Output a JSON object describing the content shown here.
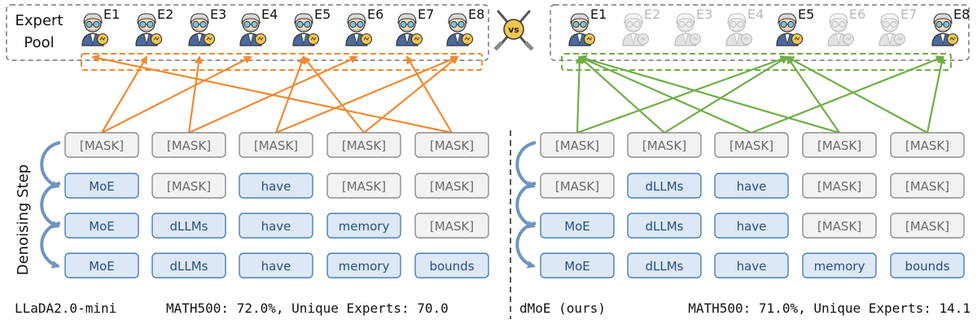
{
  "pool_label_line1": "Expert",
  "pool_label_line2": "Pool",
  "vs_label": "vs",
  "axis_label": "Denoising Step",
  "colors": {
    "orange": "#ef8a33",
    "green": "#6fae45",
    "blue_fill": "#dce8f5",
    "blue_border": "#4a7fb5",
    "blue_text": "#274f86",
    "gray_fill": "#f2f2f2",
    "gray_border": "#8c8c8c",
    "gray_text": "#6a6a6a"
  },
  "left": {
    "experts": [
      "E1",
      "E2",
      "E3",
      "E4",
      "E5",
      "E6",
      "E7",
      "E8"
    ],
    "experts_active": [
      true,
      true,
      true,
      true,
      true,
      true,
      true,
      true
    ],
    "routes": [
      [
        0,
        1
      ],
      [
        0,
        3
      ],
      [
        1,
        2
      ],
      [
        1,
        5
      ],
      [
        2,
        4
      ],
      [
        2,
        7
      ],
      [
        3,
        4
      ],
      [
        3,
        7
      ],
      [
        4,
        0
      ],
      [
        4,
        6
      ]
    ],
    "route_color_key": "orange",
    "rows": [
      [
        "[MASK]",
        "[MASK]",
        "[MASK]",
        "[MASK]",
        "[MASK]"
      ],
      [
        "MoE",
        "[MASK]",
        "have",
        "[MASK]",
        "[MASK]"
      ],
      [
        "MoE",
        "dLLMs",
        "have",
        "memory",
        "[MASK]"
      ],
      [
        "MoE",
        "dLLMs",
        "have",
        "memory",
        "bounds"
      ]
    ],
    "model_name": "LLaDA2.0-mini",
    "stats": "MATH500: 72.0%, Unique Experts: 70.0"
  },
  "right": {
    "experts": [
      "E1",
      "E2",
      "E3",
      "E4",
      "E5",
      "E6",
      "E7",
      "E8"
    ],
    "experts_active": [
      true,
      false,
      false,
      false,
      true,
      false,
      false,
      true
    ],
    "routes": [
      [
        0,
        0
      ],
      [
        0,
        4
      ],
      [
        1,
        0
      ],
      [
        1,
        4
      ],
      [
        2,
        0
      ],
      [
        2,
        7
      ],
      [
        3,
        4
      ],
      [
        3,
        0
      ],
      [
        4,
        7
      ],
      [
        4,
        4
      ]
    ],
    "route_color_key": "green",
    "rows": [
      [
        "[MASK]",
        "[MASK]",
        "[MASK]",
        "[MASK]",
        "[MASK]"
      ],
      [
        "[MASK]",
        "dLLMs",
        "have",
        "[MASK]",
        "[MASK]"
      ],
      [
        "MoE",
        "dLLMs",
        "have",
        "[MASK]",
        "[MASK]"
      ],
      [
        "MoE",
        "dLLMs",
        "have",
        "memory",
        "bounds"
      ]
    ],
    "model_name": "dMoE (ours)",
    "stats": "MATH500: 71.0%, Unique Experts: 14.1"
  }
}
